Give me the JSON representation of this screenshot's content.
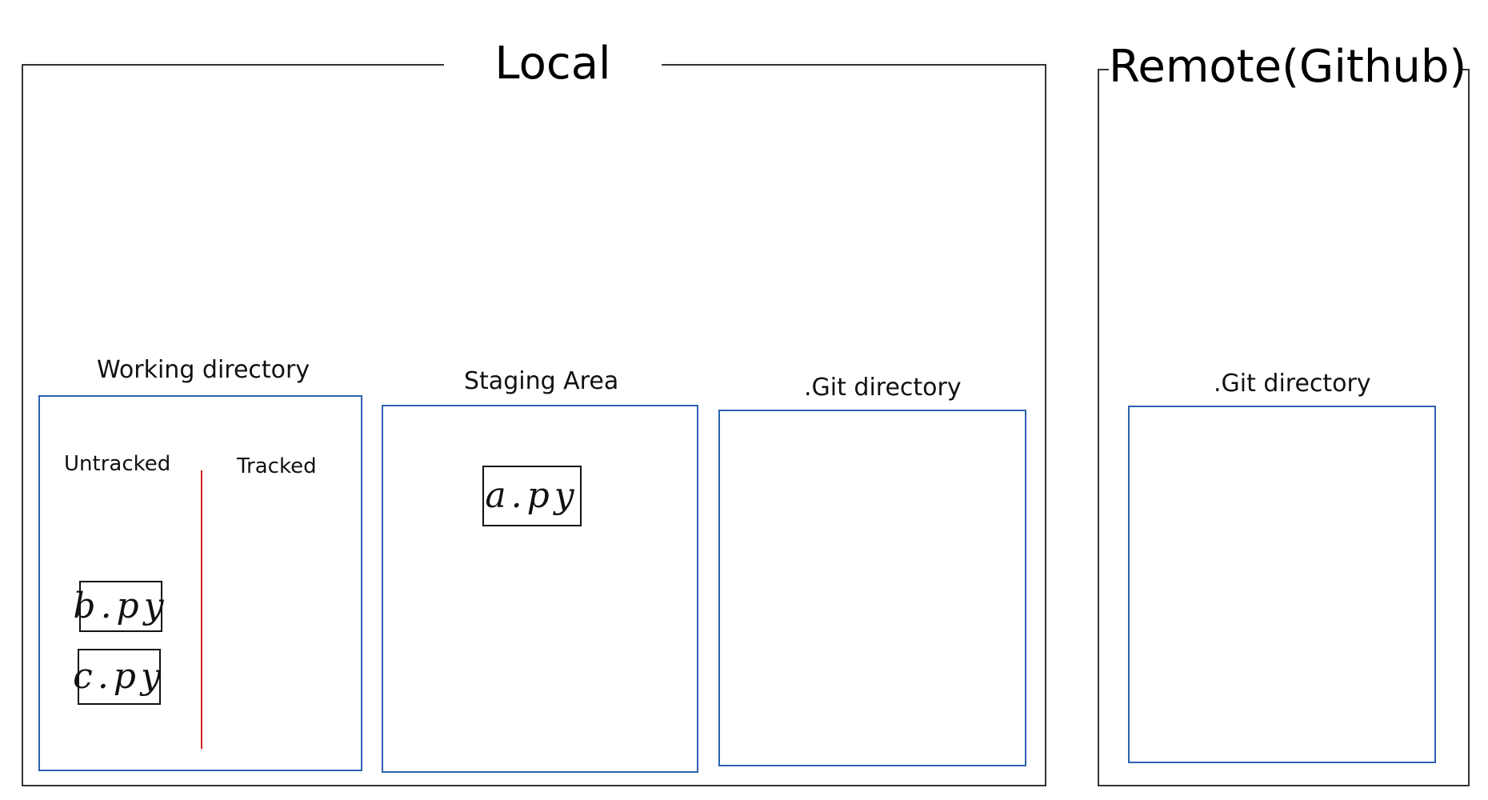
{
  "local": {
    "title": "Local",
    "working_directory": {
      "label": "Working directory",
      "untracked_label": "Untracked",
      "tracked_label": "Tracked",
      "files": [
        "b.py",
        "c.py"
      ]
    },
    "staging_area": {
      "label": "Staging Area",
      "files": [
        "a.py"
      ]
    },
    "git_directory": {
      "label": ".Git directory"
    }
  },
  "remote": {
    "title": "Remote(Github)",
    "git_directory": {
      "label": ".Git directory"
    }
  },
  "colors": {
    "area_border": "#2a63b0",
    "divider": "#d32020",
    "frame_border": "#333333"
  }
}
